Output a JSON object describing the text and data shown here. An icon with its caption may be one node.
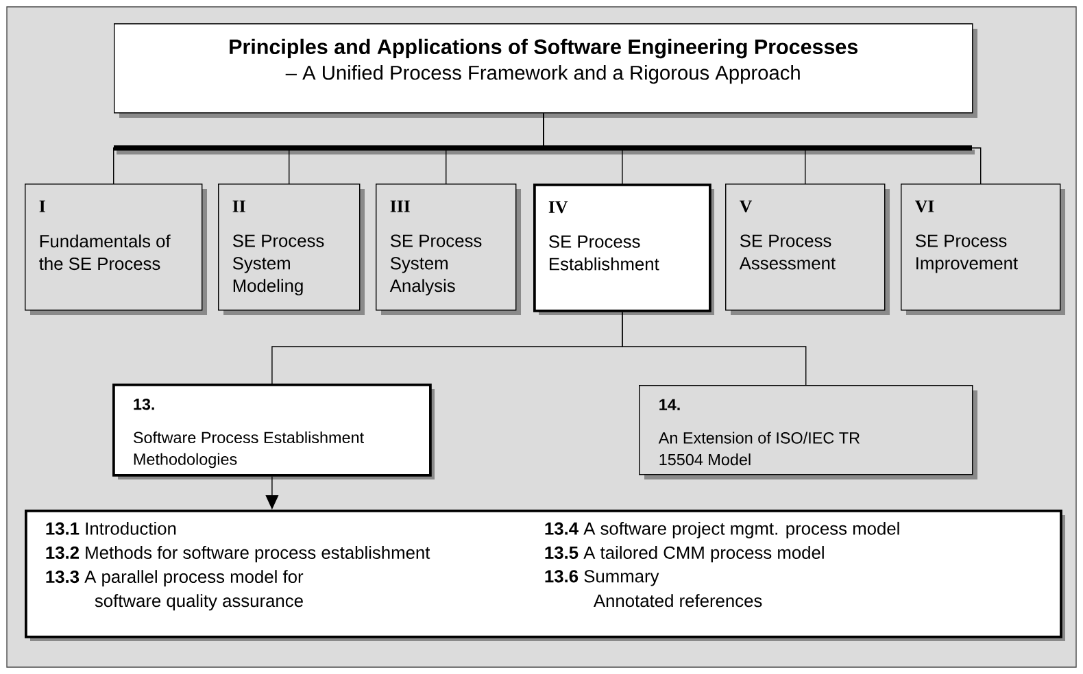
{
  "diagram": {
    "nodes": [
      {
        "text": [
          "Principles and Applications of Software Engineering Processes",
          "– A Unified Process Framework and a Rigorous Approach"
        ]
      },
      {
        "text": [
          "I",
          "Fundamentals of the SE Process"
        ]
      },
      {
        "text": [
          "II",
          "SE Process System Modeling"
        ]
      },
      {
        "text": [
          "III",
          "SE Process System Analysis"
        ]
      },
      {
        "text": [
          "IV",
          "SE Process Establishment"
        ]
      },
      {
        "text": [
          "V",
          "SE Process Assessment"
        ]
      },
      {
        "text": [
          "VI",
          "SE Process Improvement"
        ]
      },
      {
        "text": [
          "13.",
          "Software Process Establishment Methodologies"
        ]
      },
      {
        "text": [
          "14.",
          "An Extension of ISO/IEC TR 15504 Model"
        ]
      },
      {
        "text": [
          "**13.1** Introduction",
          "**13.2** Methods for software process establishment",
          "**13.3** A parallel process model for software quality assurance",
          "**13.4** A software project mgmt. process model",
          "**13.5** A tailored CMM process model",
          "**13.6** Summary",
          "Annotated references"
        ]
      }
    ],
    "edges": [
      {
        "from": 0,
        "to": 1,
        "arrow": "none"
      },
      {
        "from": 0,
        "to": 2,
        "arrow": "none"
      },
      {
        "from": 0,
        "to": 3,
        "arrow": "none"
      },
      {
        "from": 0,
        "to": 4,
        "arrow": "none"
      },
      {
        "from": 0,
        "to": 5,
        "arrow": "none"
      },
      {
        "from": 0,
        "to": 6,
        "arrow": "none"
      },
      {
        "from": 4,
        "to": 7,
        "arrow": "none"
      },
      {
        "from": 4,
        "to": 8,
        "arrow": "none"
      },
      {
        "from": 7,
        "to": 9,
        "arrow": "to"
      }
    ]
  }
}
